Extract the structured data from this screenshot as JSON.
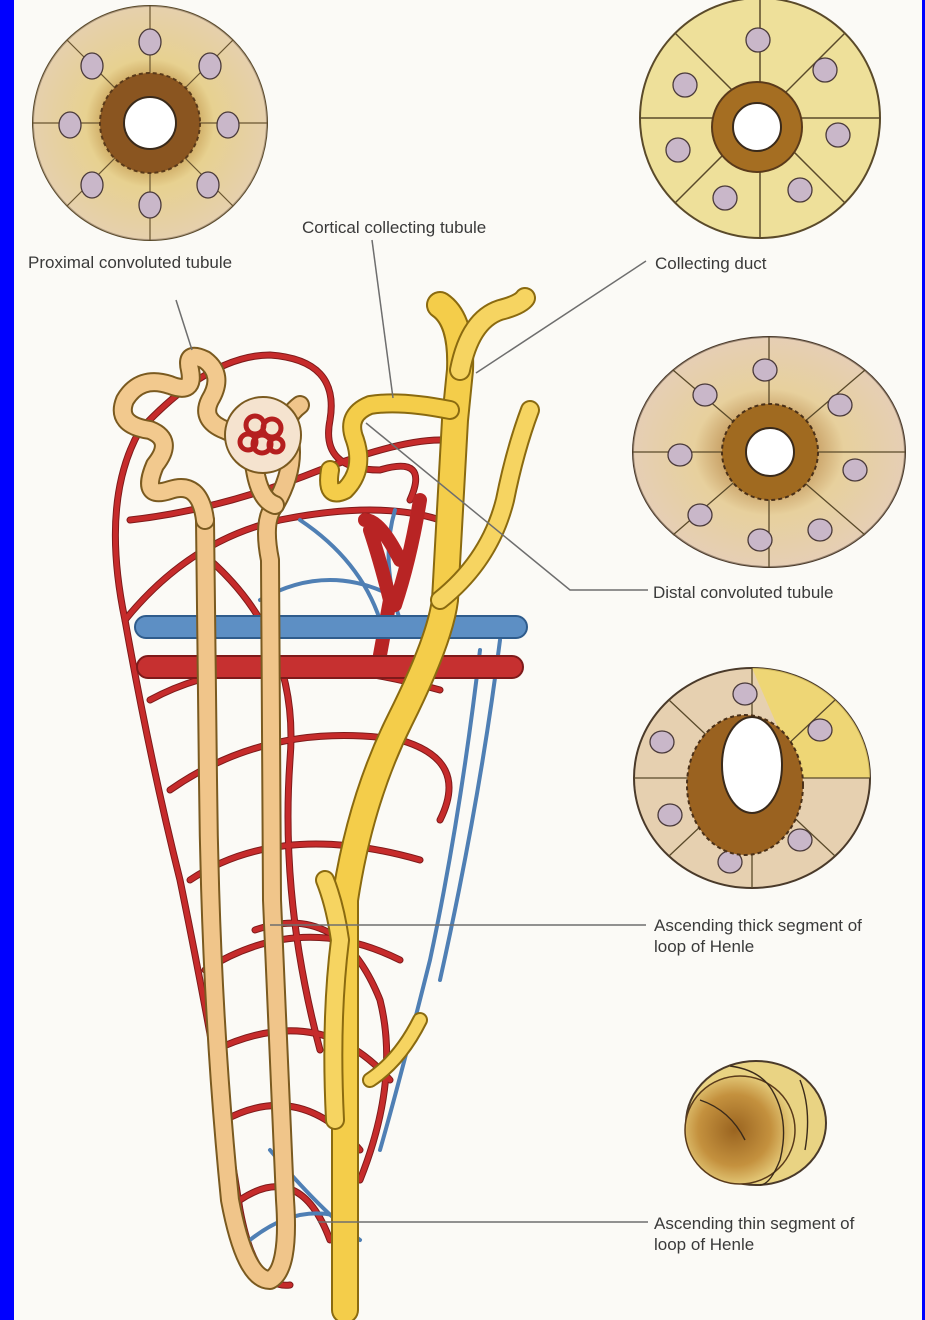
{
  "labels": {
    "proximal": "Proximal convoluted tubule",
    "cortical": "Cortical collecting tubule",
    "collecting_duct": "Collecting duct",
    "distal": "Distal convoluted tubule",
    "thick_line1": "Ascending thick segment of",
    "thick_line2": "loop of Henle",
    "thin_line1": "Ascending thin segment of",
    "thin_line2": "loop of Henle"
  },
  "colors": {
    "frame_border": "#0000ff",
    "background": "#fbfaf6",
    "tubule_yellow": "#f2c94c",
    "tubule_pale": "#f0c58a",
    "artery_red": "#c62b2b",
    "vein_blue": "#4f7fb4",
    "cell_pink": "#e8cfc8",
    "cell_brown": "#a86f1e",
    "leader_gray": "#6e6e6e"
  }
}
